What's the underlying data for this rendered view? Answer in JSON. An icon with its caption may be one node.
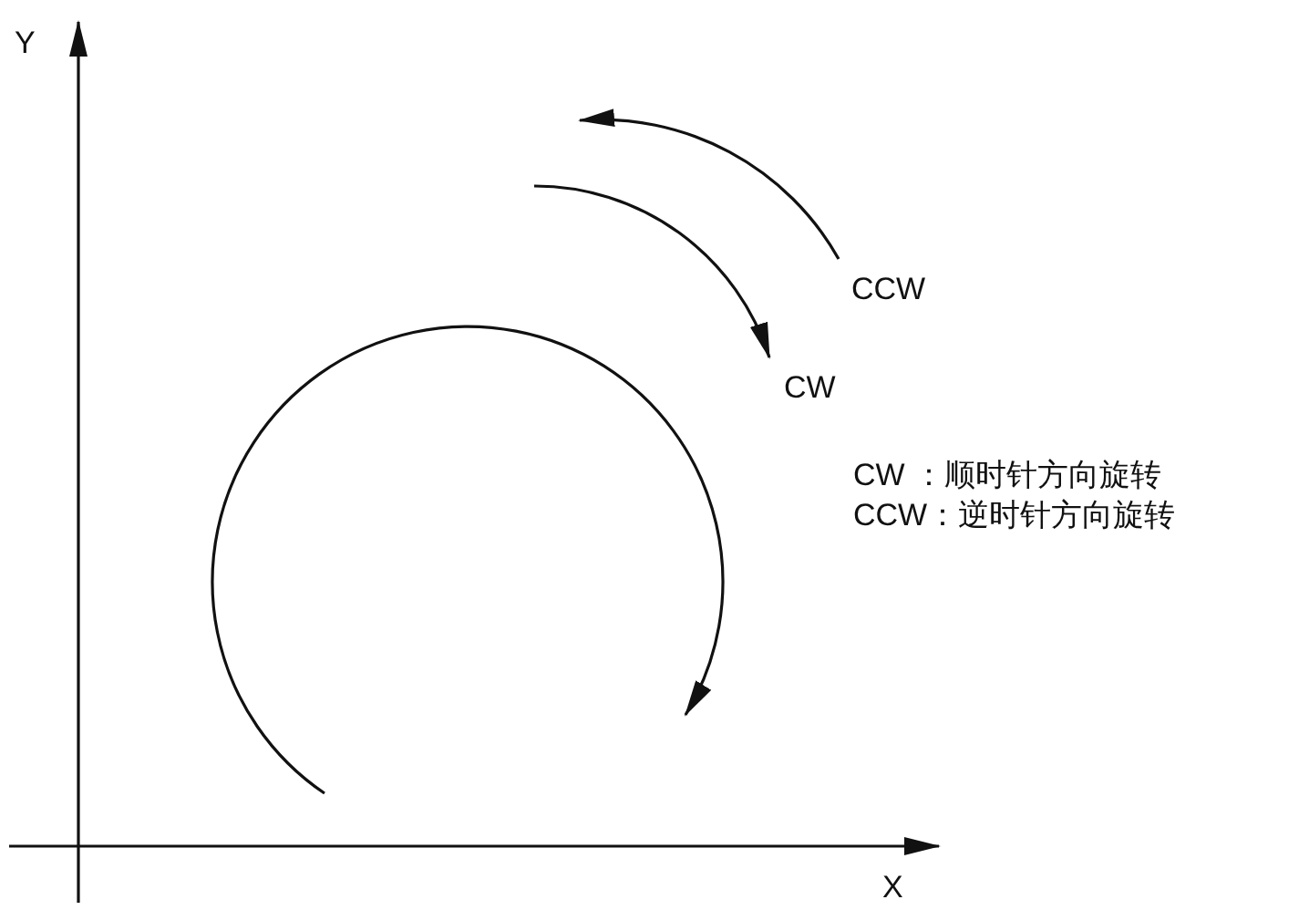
{
  "diagram": {
    "labels": [
      "Y",
      "CCW",
      "CW",
      "CW ：顺时针方向旋转",
      "CCW：逆时针方向旋转",
      "X"
    ]
  }
}
